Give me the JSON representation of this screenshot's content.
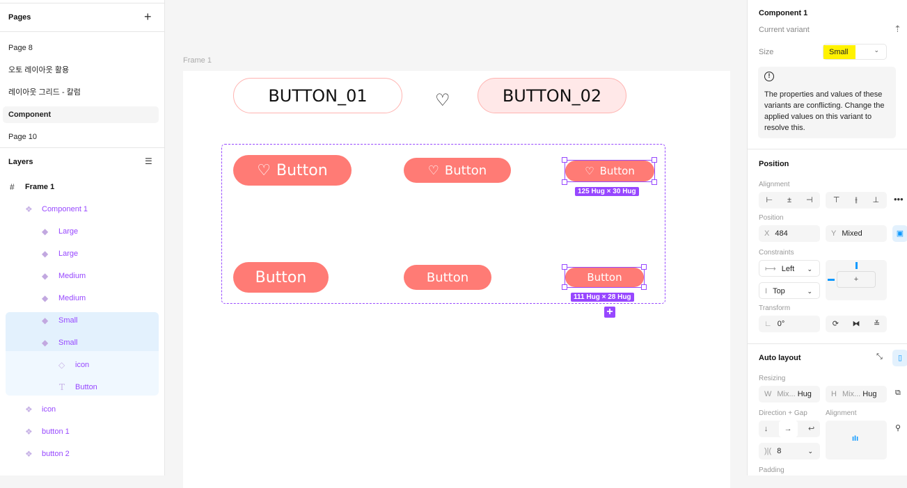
{
  "pages": {
    "title": "Pages",
    "items": [
      "Page 8",
      "오토 레이아웃 활용",
      "레이아웃 그리드 - 칼럼",
      "Component",
      "Page 10"
    ],
    "selected": 3
  },
  "layers": {
    "title": "Layers",
    "items": [
      {
        "label": "Frame 1",
        "icon": "frame-icon"
      },
      {
        "label": "Component 1",
        "icon": "component-set-icon"
      },
      {
        "label": "Large",
        "icon": "variant-icon"
      },
      {
        "label": "Large",
        "icon": "variant-icon"
      },
      {
        "label": "Medium",
        "icon": "variant-icon"
      },
      {
        "label": "Medium",
        "icon": "variant-icon"
      },
      {
        "label": "Small",
        "icon": "variant-icon"
      },
      {
        "label": "Small",
        "icon": "variant-icon"
      },
      {
        "label": "icon",
        "icon": "instance-icon"
      },
      {
        "label": "Button",
        "icon": "text-icon"
      },
      {
        "label": "icon",
        "icon": "component-set-icon"
      },
      {
        "label": "button 1",
        "icon": "component-set-icon"
      },
      {
        "label": "button 2",
        "icon": "component-set-icon"
      }
    ]
  },
  "canvas": {
    "frame_label": "Frame 1",
    "button_01": "BUTTON_01",
    "button_02": "BUTTON_02",
    "button_label": "Button",
    "size_tag_1": "125 Hug × 30 Hug",
    "size_tag_2": "111 Hug × 28 Hug",
    "accent": "#ff7b75",
    "selection": "#9747ff"
  },
  "inspector": {
    "title": "Component 1",
    "current_variant": "Current variant",
    "size_label": "Size",
    "size_value": "Small",
    "warning": "The properties and values of these variants are conflicting. Change the applied values on this variant to resolve this.",
    "position_title": "Position",
    "alignment_label": "Alignment",
    "position_label": "Position",
    "x_key": "X",
    "x_value": "484",
    "y_key": "Y",
    "y_value": "Mixed",
    "constraints_label": "Constraints",
    "constraint_h": "Left",
    "constraint_v": "Top",
    "transform_label": "Transform",
    "rotation": "0°",
    "auto_layout_title": "Auto layout",
    "resizing_label": "Resizing",
    "w_key": "W",
    "w_value": "Mix...",
    "w_mode": "Hug",
    "h_key": "H",
    "h_value": "Mix...",
    "h_mode": "Hug",
    "direction_label": "Direction + Gap",
    "al_alignment_label": "Alignment",
    "gap": "8",
    "padding_label": "Padding"
  }
}
